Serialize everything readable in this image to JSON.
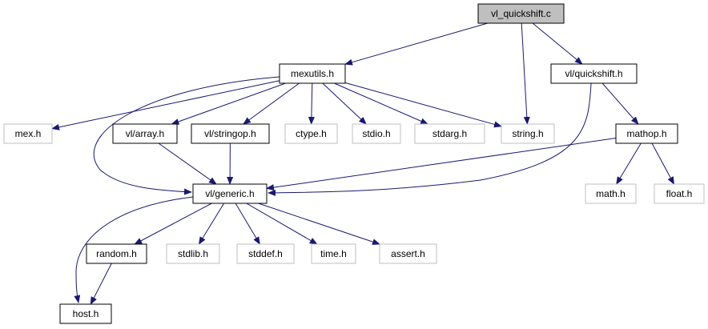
{
  "graph": {
    "nodes": [
      {
        "id": "vl_quickshift_c",
        "label": "vl_quickshift.c",
        "style": "root"
      },
      {
        "id": "mexutils_h",
        "label": "mexutils.h",
        "style": "normal"
      },
      {
        "id": "vl_quickshift_h",
        "label": "vl/quickshift.h",
        "style": "normal"
      },
      {
        "id": "mex_h",
        "label": "mex.h",
        "style": "external"
      },
      {
        "id": "vl_array_h",
        "label": "vl/array.h",
        "style": "normal"
      },
      {
        "id": "vl_stringop_h",
        "label": "vl/stringop.h",
        "style": "normal"
      },
      {
        "id": "ctype_h",
        "label": "ctype.h",
        "style": "external"
      },
      {
        "id": "stdio_h",
        "label": "stdio.h",
        "style": "external"
      },
      {
        "id": "stdarg_h",
        "label": "stdarg.h",
        "style": "external"
      },
      {
        "id": "string_h",
        "label": "string.h",
        "style": "external"
      },
      {
        "id": "mathop_h",
        "label": "mathop.h",
        "style": "normal"
      },
      {
        "id": "vl_generic_h",
        "label": "vl/generic.h",
        "style": "normal"
      },
      {
        "id": "math_h",
        "label": "math.h",
        "style": "external"
      },
      {
        "id": "float_h",
        "label": "float.h",
        "style": "external"
      },
      {
        "id": "random_h",
        "label": "random.h",
        "style": "normal"
      },
      {
        "id": "stdlib_h",
        "label": "stdlib.h",
        "style": "external"
      },
      {
        "id": "stddef_h",
        "label": "stddef.h",
        "style": "external"
      },
      {
        "id": "time_h",
        "label": "time.h",
        "style": "external"
      },
      {
        "id": "assert_h",
        "label": "assert.h",
        "style": "external"
      },
      {
        "id": "host_h",
        "label": "host.h",
        "style": "normal"
      }
    ],
    "edges": [
      {
        "from": "vl_quickshift_c",
        "to": "mexutils_h"
      },
      {
        "from": "vl_quickshift_c",
        "to": "string_h"
      },
      {
        "from": "vl_quickshift_c",
        "to": "vl_quickshift_h"
      },
      {
        "from": "mexutils_h",
        "to": "mex_h"
      },
      {
        "from": "mexutils_h",
        "to": "vl_generic_h"
      },
      {
        "from": "mexutils_h",
        "to": "vl_array_h"
      },
      {
        "from": "mexutils_h",
        "to": "vl_stringop_h"
      },
      {
        "from": "mexutils_h",
        "to": "ctype_h"
      },
      {
        "from": "mexutils_h",
        "to": "stdio_h"
      },
      {
        "from": "mexutils_h",
        "to": "stdarg_h"
      },
      {
        "from": "mexutils_h",
        "to": "string_h"
      },
      {
        "from": "vl_quickshift_h",
        "to": "vl_generic_h"
      },
      {
        "from": "vl_quickshift_h",
        "to": "mathop_h"
      },
      {
        "from": "vl_array_h",
        "to": "vl_generic_h"
      },
      {
        "from": "vl_stringop_h",
        "to": "vl_generic_h"
      },
      {
        "from": "mathop_h",
        "to": "vl_generic_h"
      },
      {
        "from": "mathop_h",
        "to": "math_h"
      },
      {
        "from": "mathop_h",
        "to": "float_h"
      },
      {
        "from": "vl_generic_h",
        "to": "host_h"
      },
      {
        "from": "vl_generic_h",
        "to": "random_h"
      },
      {
        "from": "vl_generic_h",
        "to": "stdlib_h"
      },
      {
        "from": "vl_generic_h",
        "to": "stddef_h"
      },
      {
        "from": "vl_generic_h",
        "to": "time_h"
      },
      {
        "from": "vl_generic_h",
        "to": "assert_h"
      },
      {
        "from": "random_h",
        "to": "host_h"
      }
    ]
  },
  "colors": {
    "edge": "#191970",
    "root_fill": "#bfbfbf",
    "node_border": "#000000",
    "external_border": "#bfbfbf",
    "text": "#000000"
  }
}
